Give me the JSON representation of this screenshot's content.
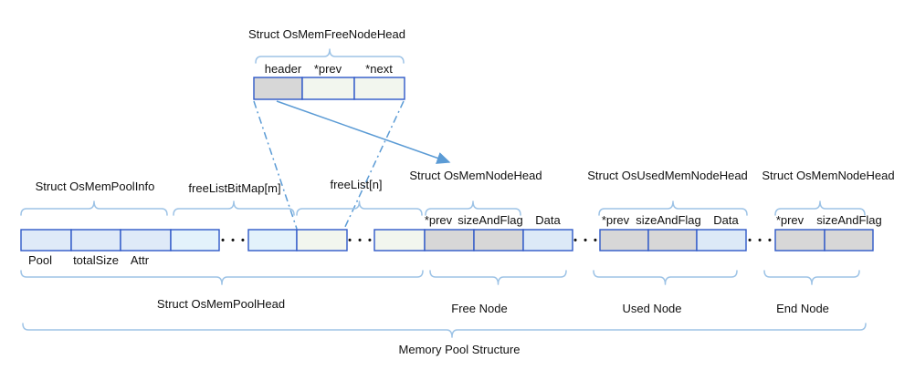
{
  "colors": {
    "cell_border": "#2e58c8",
    "brace": "#9dc3e6",
    "connector": "#5b9bd5",
    "cell_gray": "#d7d7d7",
    "cell_blue": "#dfeaf8",
    "cell_cyan": "#e3f2fb",
    "cell_green": "#f2f6ee",
    "cell_data_blue": "#dce9f7",
    "text": "#111111"
  },
  "free_node_head": {
    "title": "Struct OsMemFreeNodeHead",
    "fields": [
      "header",
      "*prev",
      "*next"
    ]
  },
  "pool_info": {
    "title": "Struct OsMemPoolInfo",
    "fields": [
      "Pool",
      "totalSize",
      "Attr"
    ]
  },
  "free_list_bitmap": {
    "label": "freeListBitMap[m]"
  },
  "free_list": {
    "label": "freeList[n]"
  },
  "free_node": {
    "title": "Struct OsMemNodeHead",
    "fields": [
      "*prev",
      "sizeAndFlag",
      "Data"
    ],
    "caption": "Free Node"
  },
  "used_node": {
    "title": "Struct OsUsedMemNodeHead",
    "fields": [
      "*prev",
      "sizeAndFlag",
      "Data"
    ],
    "caption": "Used Node"
  },
  "end_node": {
    "title": "Struct OsMemNodeHead",
    "fields": [
      "*prev",
      "sizeAndFlag"
    ],
    "caption": "End Node"
  },
  "pool_head": {
    "caption": "Struct OsMemPoolHead"
  },
  "memory_pool": {
    "caption": "Memory Pool Structure"
  },
  "ellipsis": "• • •"
}
